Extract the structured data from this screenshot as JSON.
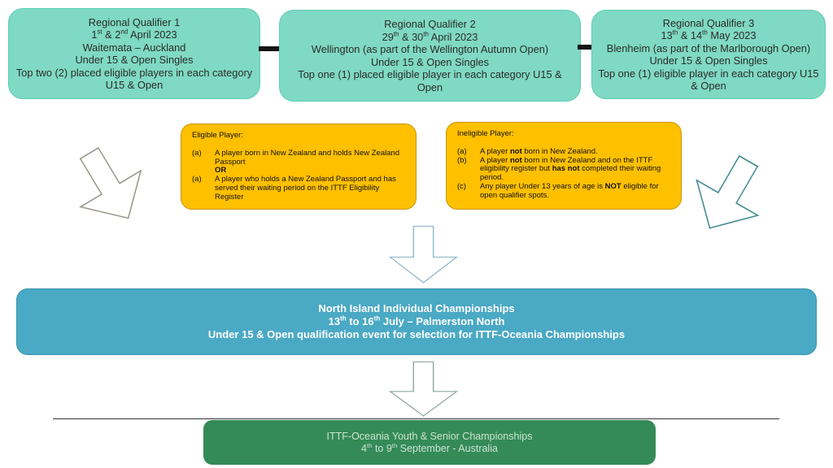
{
  "colors": {
    "teal": "#7FD9C4",
    "gold": "#FFC000",
    "blue": "#4AA9C4",
    "green": "#348B57"
  },
  "qualifiers": [
    {
      "lines": [
        "Regional Qualifier 1",
        "1st & 2nd April 2023",
        "Waitemata – Auckland",
        "Under 15 & Open Singles",
        "Top two (2) placed eligible players in each category U15 & Open"
      ]
    },
    {
      "lines": [
        "Regional Qualifier 2",
        "29th & 30th April 2023",
        "Wellington (as part of the Wellington Autumn Open)",
        "Under 15 & Open Singles",
        "Top one (1) placed eligible player in each category U15 & Open"
      ]
    },
    {
      "lines": [
        "Regional Qualifier 3",
        "13th & 14th May 2023",
        "Blenheim (as part of the Marlborough Open)",
        "Under 15 & Open Singles",
        "Top one (1) eligible player in each category U15 & Open"
      ]
    }
  ],
  "eligibility": {
    "eligible": {
      "title": "Eligible Player:",
      "items": [
        {
          "marker": "(a)",
          "text": "A player born in New Zealand and holds New Zealand Passport\n**OR**"
        },
        {
          "marker": "(a)",
          "text": "A player who holds a New Zealand Passport and has served their waiting period on the ITTF Eligibility Register"
        }
      ]
    },
    "ineligible": {
      "title": "Ineligible Player:",
      "items": [
        {
          "marker": "(a)",
          "text": "A player **not** born in New Zealand."
        },
        {
          "marker": "(b)",
          "text": "A player **not** born in New Zealand and on the ITTF eligibility register but **has not** completed their waiting period."
        },
        {
          "marker": "(c)",
          "text": "Any player Under 13 years of age is **NOT** eligible for open qualifier spots."
        }
      ]
    }
  },
  "north_island": {
    "lines": [
      "North Island Individual Championships",
      "13th to 16th July – Palmerston North",
      "Under 15 & Open qualification event for selection for ITTF-Oceania Championships"
    ]
  },
  "oceania": {
    "lines": [
      "ITTF-Oceania Youth & Senior Championships",
      "4th to 9th September - Australia"
    ]
  }
}
